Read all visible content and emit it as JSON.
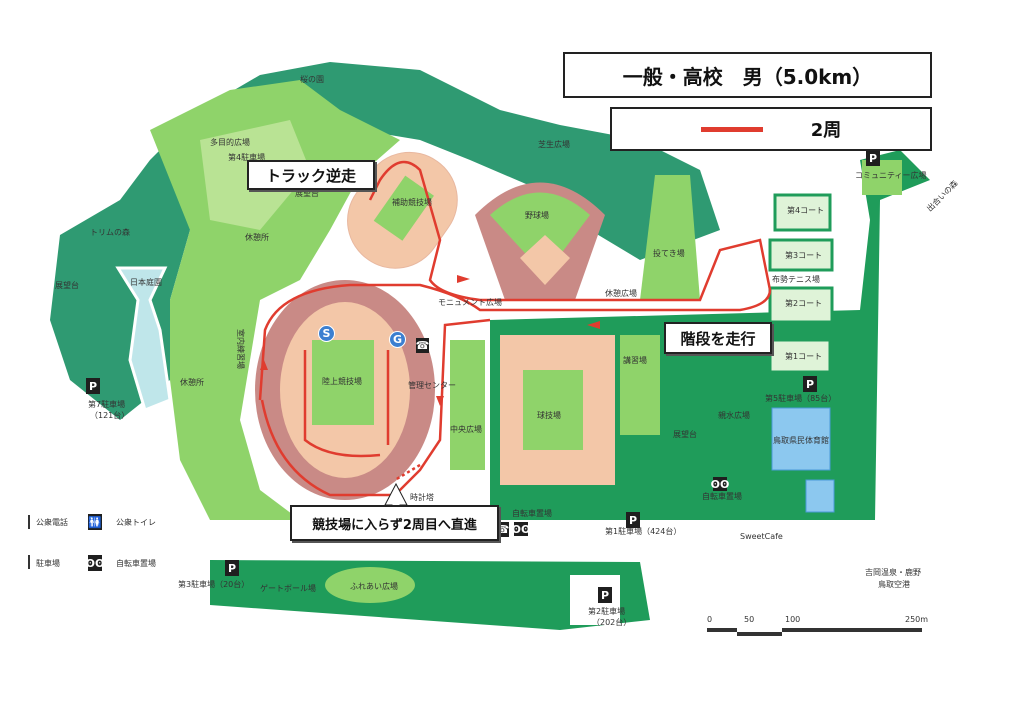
{
  "header": {
    "title": "一般・高校　男（5.0km）"
  },
  "route_legend": {
    "label": "2周",
    "color": "#e03c2f"
  },
  "callouts": {
    "track_reverse": "トラック逆走",
    "stairs": "階段を走行",
    "straight": "競技場に入らず2周目へ直進"
  },
  "markers": {
    "start": "S",
    "goal": "G"
  },
  "places": {
    "sakura": "桜の園",
    "multi": "多目的広場",
    "p4": "第4駐車場",
    "tenbo1": "展望台",
    "kyukei1": "休憩所",
    "trim": "トリムの森",
    "tenbo2": "展望台",
    "garden": "日本庭園",
    "sub_track": "補助競技場",
    "shiba": "芝生広場",
    "baseball": "野球場",
    "throw": "投てき場",
    "rest_plaza": "休憩広場",
    "monument": "モニュメント広場",
    "stadium": "陸上競技場",
    "indoor": "室内練習場",
    "kyukei2": "休憩所",
    "mgmt": "管理センター",
    "central": "中央広場",
    "ballfield": "球技場",
    "kosyu": "講習場",
    "shinsui": "親水広場",
    "tenbo3": "展望台",
    "gym": "鳥取県民体育館",
    "court4": "第4コート",
    "court3": "第3コート",
    "tennis": "布勢テニス場",
    "court2": "第2コート",
    "court1": "第1コート",
    "p5": "第5駐車場（85台）",
    "community": "コミュニティー広場",
    "deai": "出合いの森",
    "p7": "第7駐車場",
    "p7cap": "（121台）",
    "bike1": "自転車置場",
    "p1": "第1駐車場（424台）",
    "bike2": "自転車置場",
    "cafe": "SweetCafe",
    "clock": "時計塔",
    "p3": "第3駐車場（20台）",
    "gateball": "ゲートボール場",
    "fureai": "ふれあい広場",
    "p2": "第2駐車場",
    "p2cap": "（202台）",
    "dest1": "吉岡温泉・鹿野",
    "dest2": "鳥取空港"
  },
  "map_legend": {
    "phone": "公衆電話",
    "toilet": "公衆トイレ",
    "parking": "駐車場",
    "bike": "自転車置場"
  },
  "scale": {
    "t0": "0",
    "t1": "50",
    "t2": "100",
    "t3": "250m"
  },
  "icons": {
    "parking": "P",
    "toilet": "🚻",
    "bike": "ʘʘ",
    "phone": "☎"
  }
}
